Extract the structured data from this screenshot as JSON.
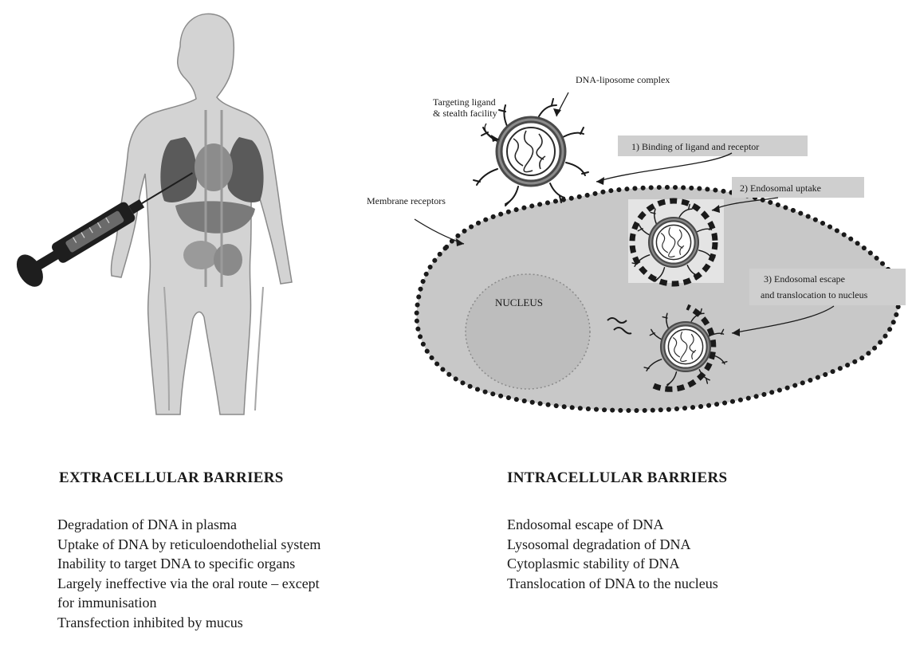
{
  "diagram": {
    "labels": {
      "targeting_ligand": [
        "Targeting ligand",
        "& stealth facility"
      ],
      "dna_liposome_complex": "DNA-liposome complex",
      "membrane_receptors": "Membrane receptors",
      "nucleus": "NUCLEUS"
    },
    "steps": [
      "1) Binding of ligand and receptor",
      "2) Endosomal  uptake",
      [
        "3) Endosomal  escape",
        "and translocation to nucleus"
      ]
    ],
    "colors": {
      "cell": "#c8c8c8",
      "membrane_dots": "#1a1a1a",
      "box_fill": "#cfcfcf",
      "body": "#d3d3d3",
      "organs": "#5a5a5a",
      "syringe": "#1e1e1e"
    }
  },
  "extracellular": {
    "heading": "EXTRACELLULAR BARRIERS",
    "items": [
      "Degradation of DNA in plasma",
      "Uptake of DNA by reticuloendothelial system",
      "Inability to target DNA to specific organs",
      "Largely ineffective via the oral route – except",
      "for immunisation",
      "Transfection inhibited by mucus"
    ]
  },
  "intracellular": {
    "heading": "INTRACELLULAR BARRIERS",
    "items": [
      "Endosomal escape of DNA",
      "Lysosomal degradation of DNA",
      "Cytoplasmic stability of DNA",
      "Translocation of DNA to the nucleus"
    ]
  }
}
